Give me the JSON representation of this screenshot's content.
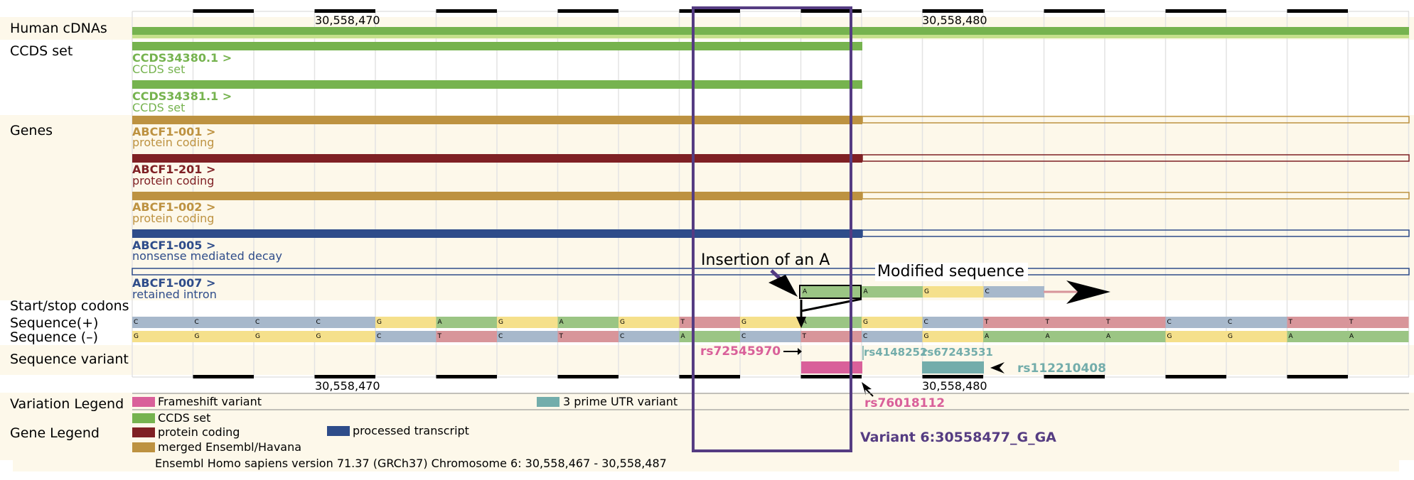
{
  "colors": {
    "band": "#fdf8ea",
    "green": "#76b34f",
    "light_green": "#c5e08b",
    "gold": "#bd9241",
    "dark_red": "#7f2024",
    "navy": "#2e4c8a",
    "base_A": "#9bc584",
    "base_C": "#a7b8cb",
    "base_G": "#f5e08b",
    "base_T": "#d8959a",
    "variant_pink": "#d9609a",
    "utr_teal": "#73adab",
    "purple": "#553c82"
  },
  "ruler": {
    "left_label": "30,558,470",
    "right_label": "30,558,480"
  },
  "tracks": {
    "human_cdnas": "Human cDNAs",
    "ccds_set": "CCDS set",
    "genes": "Genes",
    "start_stop": "Start/stop codons",
    "seq_plus": "Sequence(+)",
    "seq_minus": "Sequence (–)",
    "seq_variant": "Sequence variant",
    "variation_legend": "Variation Legend",
    "gene_legend": "Gene Legend"
  },
  "ccds": [
    {
      "id": "CCDS34380.1 >",
      "sub": "CCDS set"
    },
    {
      "id": "CCDS34381.1 >",
      "sub": "CCDS set"
    }
  ],
  "genes": [
    {
      "id": "ABCF1-001 >",
      "sub": "protein coding"
    },
    {
      "id": "ABCF1-201 >",
      "sub": "protein coding"
    },
    {
      "id": "ABCF1-002 >",
      "sub": "protein coding"
    },
    {
      "id": "ABCF1-005 >",
      "sub": "nonsense mediated decay"
    },
    {
      "id": "ABCF1-007 >",
      "sub": "retained intron"
    }
  ],
  "sequence_plus": [
    "C",
    "C",
    "C",
    "C",
    "G",
    "A",
    "G",
    "A",
    "G",
    "T",
    "G",
    "A",
    "G",
    "C",
    "T",
    "T",
    "T",
    "C",
    "C",
    "T",
    "T"
  ],
  "sequence_minus": [
    "G",
    "G",
    "G",
    "G",
    "C",
    "T",
    "C",
    "T",
    "C",
    "A",
    "C",
    "T",
    "C",
    "G",
    "A",
    "A",
    "A",
    "G",
    "G",
    "A",
    "A"
  ],
  "modified_sequence": [
    "A",
    "A",
    "G",
    "C"
  ],
  "annotations": {
    "insertion": "Insertion of an A",
    "modified": "Modified sequence",
    "variant": "Variant 6:30558477_G_GA"
  },
  "variants": {
    "rs72545970": "rs72545970",
    "rs4148252": "rs4148252",
    "rs67243531": "rs67243531",
    "rs112210408": "rs112210408",
    "rs76018112": "rs76018112"
  },
  "variation_legend": {
    "frameshift": "Frameshift variant",
    "utr3": "3 prime UTR variant"
  },
  "gene_legend": {
    "ccds": "CCDS set",
    "protein_coding": "protein coding",
    "merged": "merged Ensembl/Havana",
    "processed": "processed transcript"
  },
  "footer": "Ensembl Homo sapiens version 71.37 (GRCh37) Chromosome 6: 30,558,467 - 30,558,487"
}
